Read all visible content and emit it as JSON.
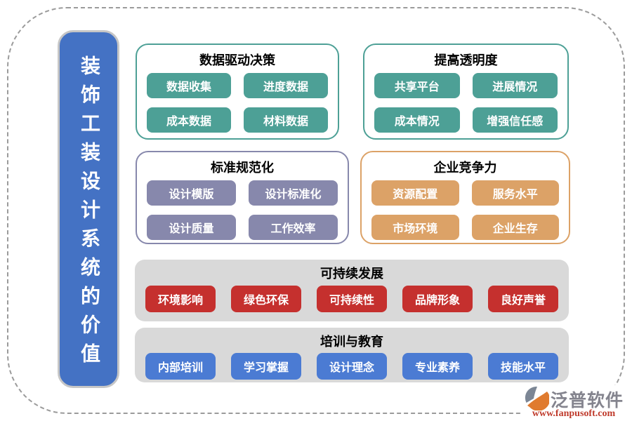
{
  "banner": {
    "text": "装饰工装设计系统的价值",
    "color": "#4472C4"
  },
  "sections": [
    {
      "title": "数据驱动决策",
      "accent": "#4da096",
      "chips": [
        "数据收集",
        "进度数据",
        "成本数据",
        "材料数据"
      ]
    },
    {
      "title": "提高透明度",
      "accent": "#4da096",
      "chips": [
        "共享平台",
        "进展情况",
        "成本情况",
        "增强信任感"
      ]
    },
    {
      "title": "标准规范化",
      "accent": "#8788ac",
      "chips": [
        "设计模版",
        "设计标准化",
        "设计质量",
        "工作效率"
      ]
    },
    {
      "title": "企业竞争力",
      "accent": "#dca267",
      "chips": [
        "资源配置",
        "服务水平",
        "市场环境",
        "企业生存"
      ]
    },
    {
      "title": "可持续发展",
      "accent": "#c5302e",
      "background": "#d9d9d9",
      "chips": [
        "环境影响",
        "绿色环保",
        "可持续性",
        "品牌形象",
        "良好声誉"
      ]
    },
    {
      "title": "培训与教育",
      "accent": "#4b7bd3",
      "background": "#d9d9d9",
      "chips": [
        "内部培训",
        "学习掌握",
        "设计理念",
        "专业素养",
        "技能水平"
      ]
    }
  ],
  "footer": {
    "brand": "泛普软件",
    "url": "www.fanpusoft.com"
  }
}
